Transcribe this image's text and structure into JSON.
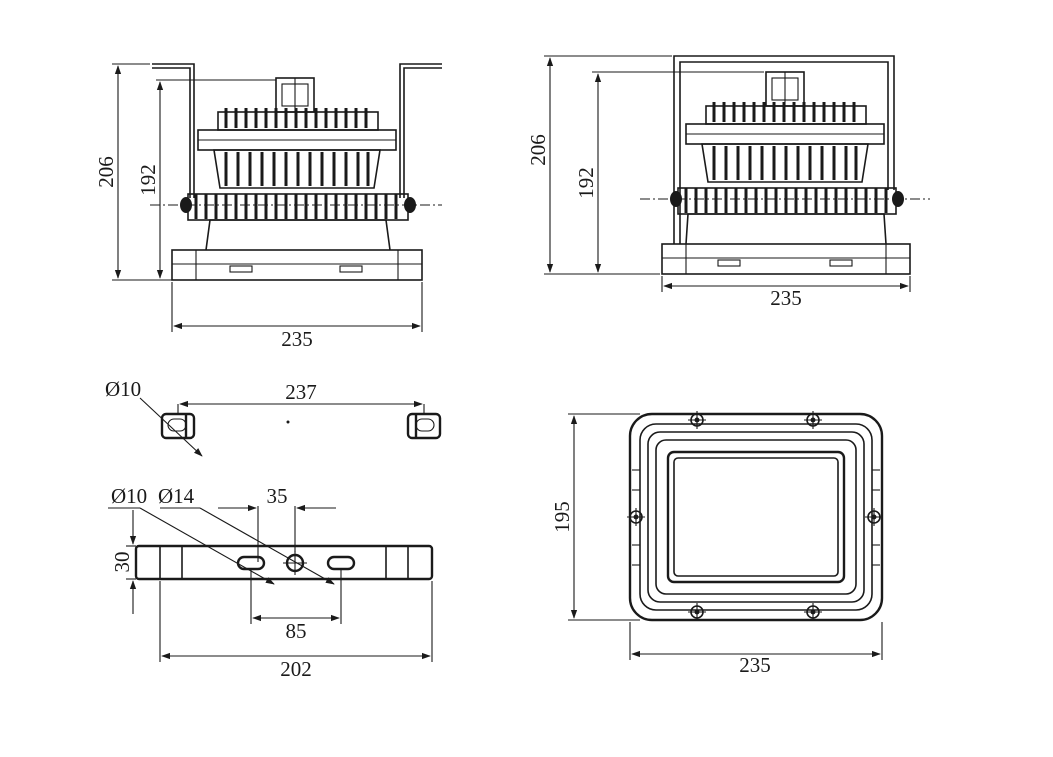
{
  "front_view": {
    "height_outer": "206",
    "height_inner": "192",
    "width": "235"
  },
  "side_view": {
    "height_outer": "206",
    "height_inner": "192",
    "width": "235"
  },
  "bracket_view": {
    "hole_dia": "Ø10",
    "hole_spacing": "237"
  },
  "mount_view": {
    "slot_dia": "Ø10",
    "center_dia": "Ø14",
    "center_width": "35",
    "height": "30",
    "slot_spacing": "85",
    "length": "202"
  },
  "bottom_view": {
    "height": "195",
    "width": "235"
  }
}
